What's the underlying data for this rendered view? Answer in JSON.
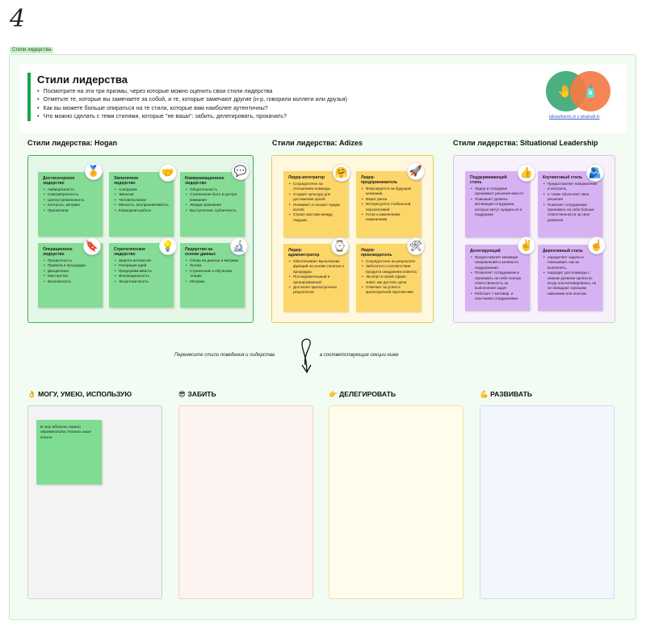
{
  "step_number": "4",
  "frame_label": "Стили лидерства",
  "intro": {
    "title": "Стили лидерства",
    "bullets": [
      "Посмотрите на эти три призмы, через которые можно оценить свои стили лидерства",
      "Отметьте те, которые вы замечаете за собой, и те, которые замечают другие (н-р, говорили коллеги или друзья)",
      "Как вы можете больше опираться на те стили, которые вам наиболее аутентичны?",
      "Что можно сделать с теми стилями, которые \"не ваши\": забить, делегировать, прокачать?"
    ],
    "logo_caption": "talkauthentic.io x whatsaft.io"
  },
  "sections": {
    "hogan_title": "Стили лидерства: Hogan",
    "adizes_title": "Стили лидерства: Adizes",
    "situational_title": "Стили лидерства: Situational Leadership"
  },
  "hogan": [
    {
      "title": "Достигаторское лидерство",
      "icon": "medal-icon",
      "glyph": "🏅",
      "items": [
        "Амбициозность",
        "Самоуверенность",
        "Целеустремленность",
        "Контроль, метрики",
        "Прагматизм"
      ]
    },
    {
      "title": "Эмпатичное лидерство",
      "icon": "handshake-icon",
      "glyph": "🤝",
      "items": [
        "Альтруизм",
        "Эмпатия",
        "Человеколюбие",
        "Мягкость, воспринимчивость",
        "Командная работа"
      ]
    },
    {
      "title": "Коммуникационное лидерство",
      "icon": "speech-bubble-icon",
      "glyph": "💬",
      "items": [
        "Общительность",
        "Стремление быть в центре внимания",
        "Жажда признания",
        "Выступления, публичность"
      ]
    },
    {
      "title": "Операционное лидерство",
      "icon": "bookmark-icon",
      "glyph": "🔖",
      "items": [
        "Процессность",
        "Правила и процедуры",
        "Дисциплина",
        "Мастерство",
        "Безопасность"
      ]
    },
    {
      "title": "Стратегическое лидерство",
      "icon": "lightbulb-icon",
      "glyph": "💡",
      "items": [
        "Широта интересов",
        "Генерация идей",
        "Предприимчивость",
        "Инновационность",
        "Экзцентричность"
      ]
    },
    {
      "title": "Лидерство на основе данных",
      "icon": "microscope-icon",
      "glyph": "🔬",
      "items": [
        "Опора на данные и метрики",
        "Логика",
        "Стремление к обучению, теории",
        "Метрики"
      ]
    }
  ],
  "adizes": [
    {
      "title": "Лидер-интегратор",
      "icon": "hugging-face-icon",
      "glyph": "🤗",
      "items": [
        "Сосредоточен на отношениях команды",
        "Создает культуру для достижения целей",
        "Понимает и слышит нужды коллег",
        "Строит мостики между людьми"
      ]
    },
    {
      "title": "Лидер-предприниматель",
      "icon": "rocket-icon",
      "glyph": "🚀",
      "items": [
        "Фокусируется на будущем компании",
        "Верит риска",
        "Интересуется глобальной перспективой",
        "Готов к изменениям изменениям"
      ]
    },
    {
      "title": "Лидер-администратор",
      "icon": "watch-icon",
      "glyph": "⌚",
      "items": [
        "Обеспечивает выполнение функций на основе политик и процедуры",
        "Последовательный и организованный",
        "Достигает краткосрочных результатов"
      ]
    },
    {
      "title": "Лидер-производитель",
      "icon": "tools-icon",
      "glyph": "🛠",
      "items": [
        "Сосредоточен на результате",
        "Заботится о соответствии продукта ожиданиям клиента",
        "Эксперт в своей сфере, знает, как достичь цели",
        "Отвечает за успех в краткосрочной перспективе"
      ]
    }
  ],
  "situational": [
    {
      "title": "Поддерживающий стиль",
      "icon": "thumbs-up-icon",
      "glyph": "👍",
      "items": [
        "Лидер и сотрудник принимают решения вместе",
        "Повышает уровень мотивации сотрудника, которые могут нуждаться в поддержке"
      ]
    },
    {
      "title": "Коучинговый стиль",
      "icon": "people-hugging-icon",
      "glyph": "🫂",
      "items": [
        "Предоставляет направление и контроль,",
        "А также объясняет свои решения",
        "Помогает сотрудникам принимать на себя больше ответственности за свое развитие"
      ]
    },
    {
      "title": "Делегирующий",
      "icon": "peace-hand-icon",
      "glyph": "✌️",
      "items": [
        "Предоставляет минимум направлений и активного поддержания,",
        "Позволяет сотрудникам и принимать на себя полную ответственность за выполнение задач",
        "Работает с мотивир. и опытными сотрудниками"
      ]
    },
    {
      "title": "Директивный стиль",
      "icon": "pointing-up-icon",
      "glyph": "☝️",
      "items": [
        "определяет задачи и показывает, как их выполнять,",
        "подходит для команды с низким уровнем зрелости, когда они мотивированы, но не обладают нужными навыками или опытом."
      ]
    }
  ],
  "transfer": {
    "left": "Перенесите стили поведения и лидерства",
    "right": "в соответствующие секции ниже"
  },
  "columns": [
    {
      "emoji": "👌",
      "label": "МОГУ, УМЕЮ, ИСПОЛЬЗУЮ"
    },
    {
      "emoji": "😎",
      "label": "ЗАБИТЬ"
    },
    {
      "emoji": "👉",
      "label": "ДЕЛЕГИРОВАТЬ"
    },
    {
      "emoji": "💪",
      "label": "РАЗВИВАТЬ"
    }
  ],
  "move_note": "В эту область можно переместить только иные стили"
}
